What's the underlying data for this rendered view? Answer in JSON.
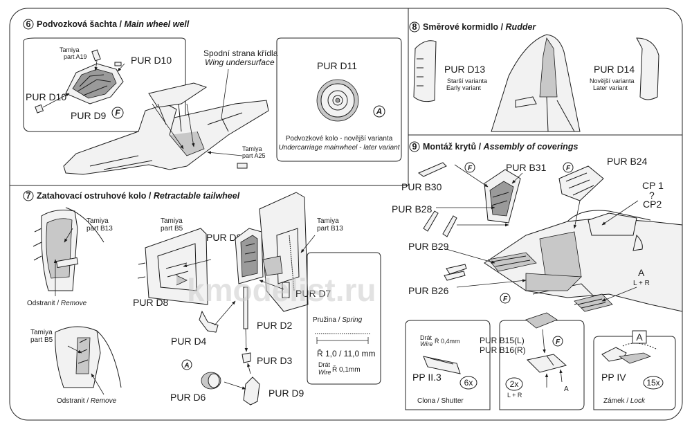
{
  "sections": {
    "s6": {
      "num": "6",
      "title": "Podvozková šachta",
      "title_en": "Main wheel well"
    },
    "s7": {
      "num": "7",
      "title": "Zatahovací ostruhové kolo",
      "title_en": "Retractable tailwheel"
    },
    "s8": {
      "num": "8",
      "title": "Směrové kormidlo",
      "title_en": "Rudder"
    },
    "s9": {
      "num": "9",
      "title": "Montáž krytů",
      "title_en": "Assembly of coverings"
    }
  },
  "sep": "/",
  "markers": {
    "F": "F",
    "A": "A"
  },
  "s6": {
    "tamiya_a19": [
      "Tamiya",
      "part A19"
    ],
    "pur_d10": "PUR D10",
    "pur_d10b": "PUR D10",
    "pur_d9": "PUR D9",
    "wing_cz": "Spodní strana křídla",
    "wing_en": "Wing undersurface",
    "tamiya_a25": [
      "Tamiya",
      "part A25"
    ],
    "pur_d11": "PUR D11",
    "wheel_cz": "Podvozkové kolo - novější varianta",
    "wheel_en": "Undercarriage mainwheel - later variant"
  },
  "s7": {
    "tamiya_b13": [
      "Tamiya",
      "part B13"
    ],
    "tamiya_b5": [
      "Tamiya",
      "part B5"
    ],
    "tamiya_b5b": [
      "Tamiya",
      "part B5"
    ],
    "tamiya_b13b": [
      "Tamiya",
      "part B13"
    ],
    "remove_cz": "Odstranit",
    "remove_en": "Remove",
    "remove_cz2": "Odstranit",
    "remove_en2": "Remove",
    "pur_d8": "PUR D8",
    "pur_d8b": "PUR D8",
    "pur_d7": "PUR D7",
    "pur_d2": "PUR D2",
    "pur_d3": "PUR D3",
    "pur_d4": "PUR D4",
    "pur_d6": "PUR D6",
    "pur_d9": "PUR D9",
    "spring_cz": "Pružina",
    "spring_en": "Spring",
    "spring_dim": "Ř 1,0 / 11,0 mm",
    "wire_cz": "Drát",
    "wire_en": "Wire",
    "wire_dim": "Ř 0,1mm"
  },
  "s8": {
    "pur_d13": "PUR D13",
    "d13_cz": "Starší varianta",
    "d13_en": "Early variant",
    "pur_d14": "PUR D14",
    "d14_cz": "Novější varianta",
    "d14_en": "Later variant"
  },
  "s9": {
    "pur_b31": "PUR B31",
    "pur_b24": "PUR B24",
    "pur_b30": "PUR B30",
    "pur_b28": "PUR B28",
    "pur_b29": "PUR B29",
    "pur_b26": "PUR B26",
    "cp1": "CP 1",
    "cp_q": "?",
    "cp2": "CP2",
    "a_label": "A",
    "lr": "L + R",
    "wire_cz": "Drát",
    "wire_en": "Wire",
    "wire_dim": "Ř 0,4mm",
    "pp_ii3": "PP II.3",
    "qty_6": "6x",
    "shutter_cz": "Clona",
    "shutter_en": "Shutter",
    "pur_b15": "PUR B15(L)",
    "pur_b16": "PUR B16(R)",
    "qty_2": "2x",
    "lr2": "L + R",
    "a_arrow": "A",
    "box_a": "A",
    "pp_iv": "PP IV",
    "qty_15": "15x",
    "lock_cz": "Zámek",
    "lock_en": "Lock"
  },
  "watermark": "kmodelist.ru"
}
